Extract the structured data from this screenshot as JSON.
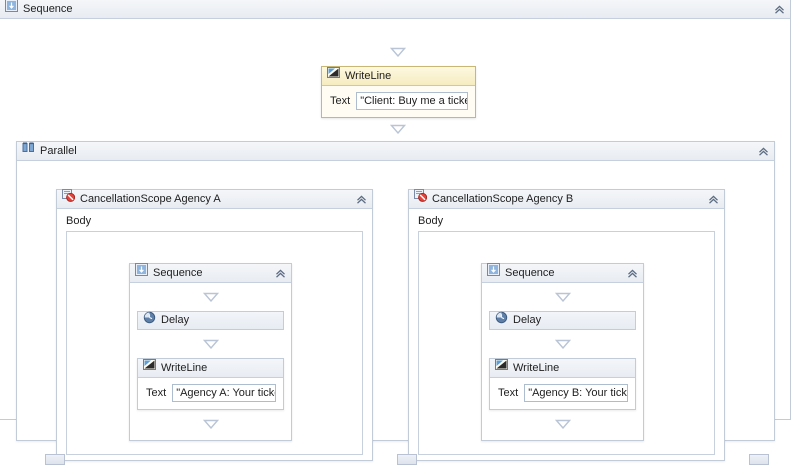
{
  "canvas": {
    "root": {
      "title": "Sequence",
      "icon": "sequence-icon",
      "collapse_icon": "double-chevron-up-icon"
    },
    "top_writeline": {
      "title": "WriteLine",
      "icon": "writeline-icon",
      "text_label": "Text",
      "text_value": "\"Client: Buy me a ticket to Mi",
      "header_color": "#f6ecc0",
      "border_color": "#c8b775"
    },
    "parallel": {
      "title": "Parallel",
      "icon": "parallel-icon",
      "collapse_icon": "double-chevron-up-icon"
    },
    "branches": [
      {
        "title": "CancellationScope Agency A",
        "icon": "cancellation-scope-icon",
        "collapse_icon": "double-chevron-up-icon",
        "body_label": "Body",
        "sequence": {
          "title": "Sequence",
          "icon": "sequence-icon",
          "collapse_icon": "double-chevron-up-icon"
        },
        "delay": {
          "title": "Delay",
          "icon": "clock-icon"
        },
        "writeline": {
          "title": "WriteLine",
          "icon": "writeline-icon",
          "text_label": "Text",
          "text_value": "\"Agency A: Your ticket has be"
        }
      },
      {
        "title": "CancellationScope Agency B",
        "icon": "cancellation-scope-icon",
        "collapse_icon": "double-chevron-up-icon",
        "body_label": "Body",
        "sequence": {
          "title": "Sequence",
          "icon": "sequence-icon",
          "collapse_icon": "double-chevron-up-icon"
        },
        "delay": {
          "title": "Delay",
          "icon": "clock-icon"
        },
        "writeline": {
          "title": "WriteLine",
          "icon": "writeline-icon",
          "text_label": "Text",
          "text_value": "\"Agency B: Your ticket has be"
        }
      }
    ],
    "colors": {
      "border": "#c2cbd8",
      "header_grey": "#e8ecf2",
      "connector": "#b9c4d6",
      "canvas_bg": "#ffffff"
    }
  }
}
